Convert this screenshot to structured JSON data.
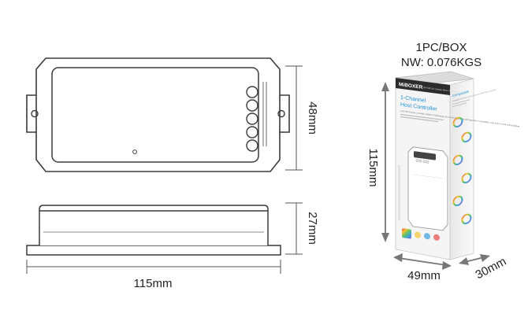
{
  "dimensions": {
    "length": "115mm",
    "width": "48mm",
    "height": "27mm",
    "box_height": "115mm",
    "box_width": "49mm",
    "box_depth": "30mm"
  },
  "packaging": {
    "quantity": "1PC/BOX",
    "net_weight": "NW: 0.076KGS"
  },
  "box_print": {
    "brand": "MiBOXER",
    "tagline": "Wi-Fi&2.4G | Radio Mesh Tech Brand",
    "title_line1": "1-Channel",
    "title_line2": "Host Controller",
    "description": "2.4G RF Remote controller, RGB/CCT/Dimming, DC12-24V brightness and saturation controllable, only work on STB series lighting",
    "side_label": "Compatible",
    "side_text": "Compatible with most remote controls and TouchPanel equipment"
  },
  "colors": {
    "outline": "#3a3a3a",
    "dim_line": "#555555",
    "box_face": "#f4f4f4",
    "accent_blue": "#1d8fd6"
  }
}
